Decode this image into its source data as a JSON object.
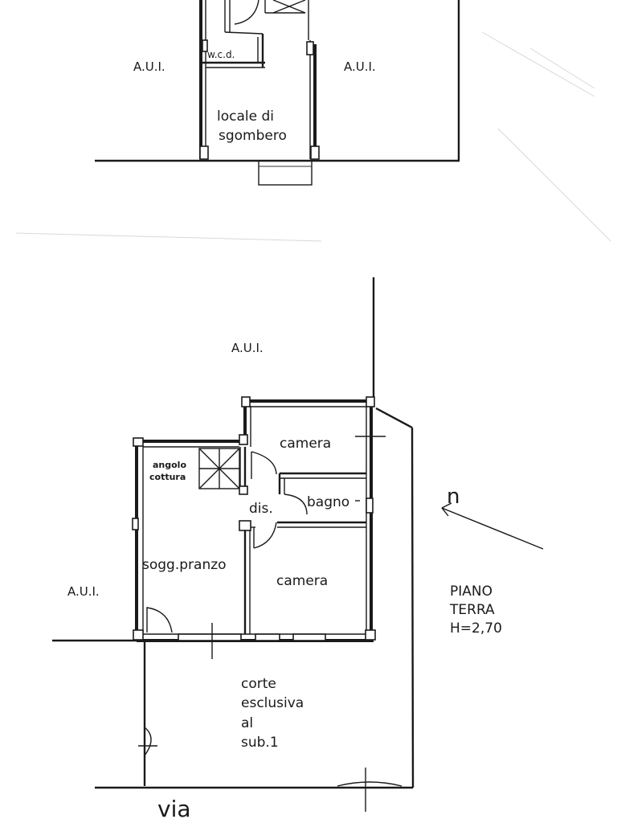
{
  "upper_floor": {
    "wc_label": "w.c.d.",
    "room_label_line1": "locale di",
    "room_label_line2": "sgombero",
    "aui_left": "A.U.I.",
    "aui_right": "A.U.I."
  },
  "ground_floor": {
    "aui_top": "A.U.I.",
    "aui_left": "A.U.I.",
    "rooms": {
      "camera_top": "camera",
      "bagno": "bagno",
      "dis": "dis.",
      "angolo_line1": "angolo",
      "angolo_line2": "cottura",
      "soggiorno": "sogg.pranzo",
      "camera_bottom": "camera"
    },
    "floor_info": {
      "line1": "PIANO",
      "line2": "TERRA",
      "line3": "H=2,70"
    },
    "courtyard": {
      "line1": "corte",
      "line2": "esclusiva",
      "line3": "al",
      "line4": "sub.1"
    },
    "street": "via",
    "north": "n"
  }
}
